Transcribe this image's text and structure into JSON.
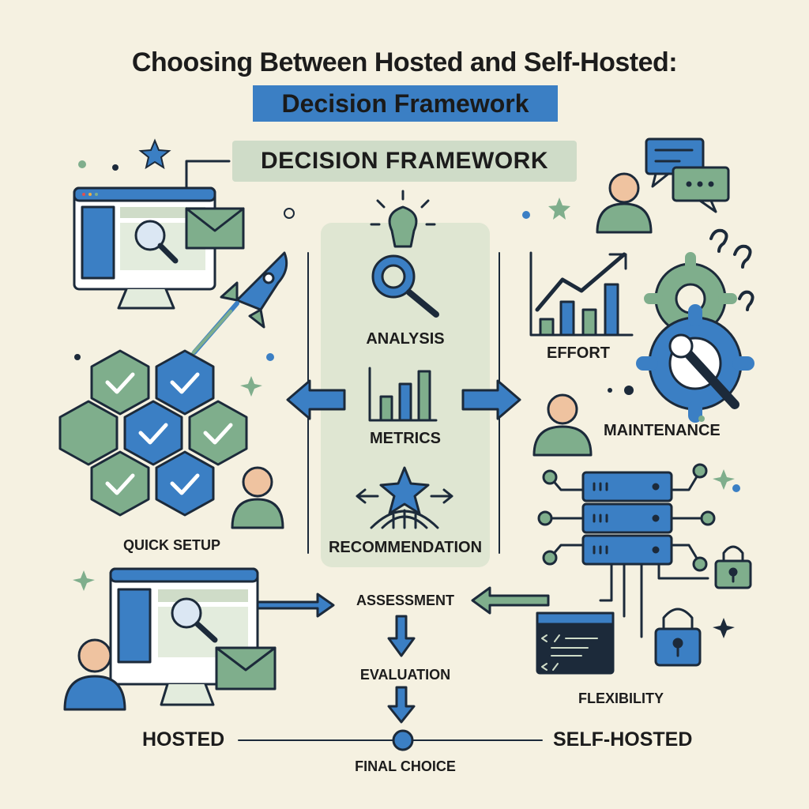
{
  "title": {
    "line1": "Choosing Between Hosted and Self-Hosted:",
    "line2": "Decision Framework"
  },
  "framework_label": "DECISION FRAMEWORK",
  "center_panel": {
    "analysis": "ANALYSIS",
    "metrics": "METRICS",
    "recommendation": "RECOMMENDATION"
  },
  "left_side": {
    "quick_setup": "QUICK SETUP"
  },
  "right_side": {
    "effort": "EFFORT",
    "maintenance": "MAINTENANCE",
    "flexibility": "FLEXIBILITY"
  },
  "flow": {
    "assessment": "ASSESSMENT",
    "evaluation": "EVALUATION",
    "final_choice": "FINAL CHOICE"
  },
  "scale": {
    "left": "HOSTED",
    "right": "SELF-HOSTED"
  },
  "icons": [
    "monitor-icon",
    "magnifier-icon",
    "envelope-icon",
    "rocket-icon",
    "hexagon-checklist-icon",
    "lightbulb-icon",
    "bar-chart-icon",
    "star-arrows-icon",
    "person-icon",
    "chat-bubbles-icon",
    "gear-icon",
    "wrench-icon",
    "question-mark-icon",
    "line-chart-icon",
    "server-icon",
    "lock-icon",
    "code-terminal-icon",
    "star-icon",
    "sparkle-icon"
  ],
  "colors": {
    "background": "#f5f1e1",
    "blue": "#3b7fc4",
    "green": "#7fae8c",
    "dark": "#1c2a3a",
    "skin": "#efc3a0"
  }
}
